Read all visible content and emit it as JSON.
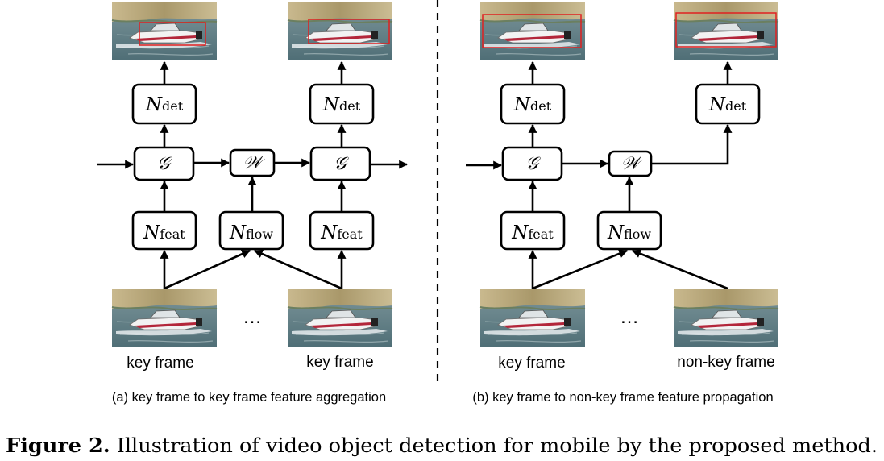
{
  "node_labels": {
    "det_main": "N",
    "det_sub": "det",
    "feat_main": "N",
    "feat_sub": "feat",
    "flow_main": "N",
    "flow_sub": "flow",
    "aggregate": "𝒢",
    "warp": "𝒲"
  },
  "panel_a": {
    "left_frame_label": "key frame",
    "right_frame_label": "key frame",
    "ellipsis": "…",
    "caption": "(a)  key frame to key frame feature aggregation"
  },
  "panel_b": {
    "left_frame_label": "key frame",
    "right_frame_label": "non-key frame",
    "ellipsis": "…",
    "caption": "(b)  key frame to non-key frame feature propagation"
  },
  "figure_caption": {
    "lead": "Figure 2.",
    "text": "Illustration of video object detection for mobile by the proposed method."
  },
  "colors": {
    "detection_box": "#e02020",
    "water": "#5f7f86",
    "shore": "#b8a57a",
    "boat_hull": "#f2f2f2",
    "boat_stripe": "#b3263a"
  }
}
